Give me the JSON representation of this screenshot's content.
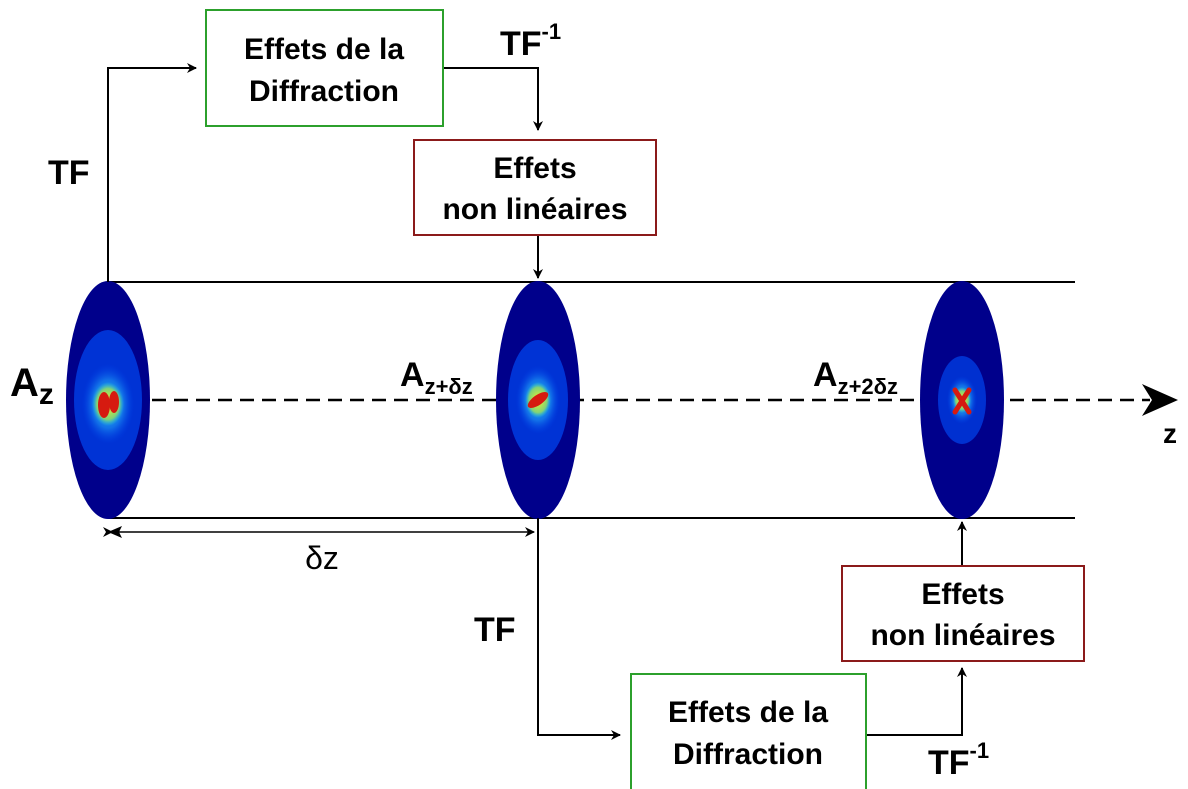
{
  "boxes": {
    "diffraction_top": {
      "line1": "Effets de la",
      "line2": "Diffraction",
      "color": "#2ca02c"
    },
    "nonlinear_top": {
      "line1": "Effets",
      "line2": "non linéaires",
      "color": "#8b1a1a"
    },
    "nonlinear_bottom": {
      "line1": "Effets",
      "line2": "non linéaires",
      "color": "#8b1a1a"
    },
    "diffraction_bottom": {
      "line1": "Effets de la",
      "line2": "Diffraction",
      "color": "#2ca02c"
    }
  },
  "labels": {
    "tf_top": "TF",
    "tf_inv_top": "TF",
    "tf_inv_top_exp": "-1",
    "tf_bottom": "TF",
    "tf_inv_bottom": "TF",
    "tf_inv_bottom_exp": "-1",
    "a0_base": "A",
    "a0_sub": "z",
    "a1_base": "A",
    "a1_sub": "z+δz",
    "a2_base": "A",
    "a2_sub": "z+2δz",
    "delta_z": "δz",
    "axis_z": "z"
  },
  "colors": {
    "beam_dark": "#00008b",
    "beam_mid": "#0044ee",
    "beam_cyan": "#26d9e6",
    "beam_yellow": "#f4ee22",
    "beam_red": "#d61a10",
    "line": "#000000"
  }
}
